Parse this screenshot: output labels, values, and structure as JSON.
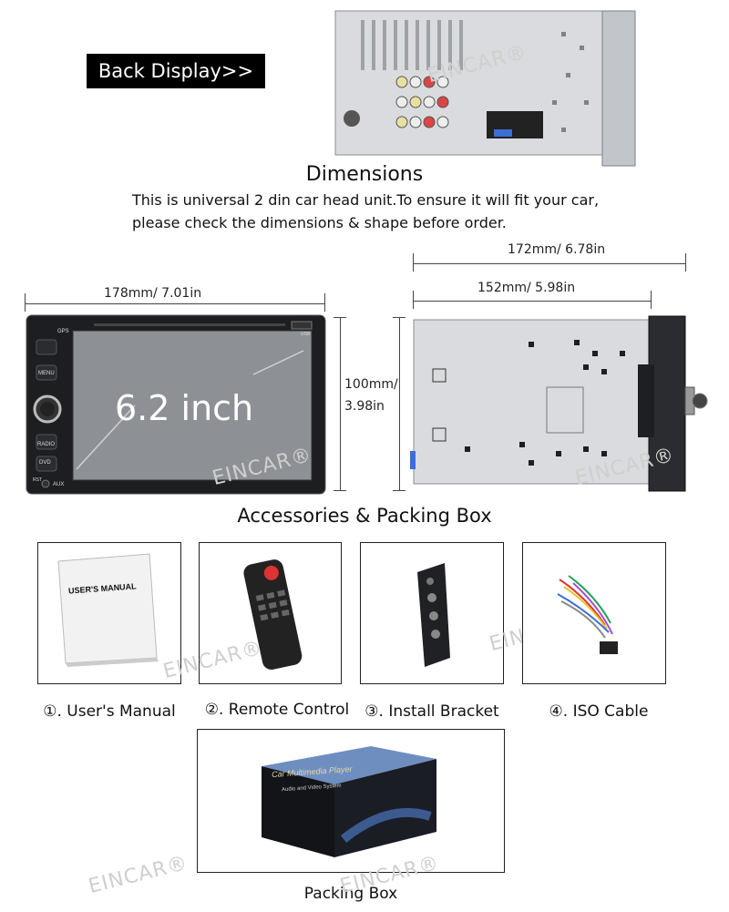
{
  "badge": {
    "label": "Back Display>>"
  },
  "dimensions": {
    "title": "Dimensions",
    "desc_line1": "This is universal 2 din car head unit.To ensure it will fit your car,",
    "desc_line2": "please check the dimensions & shape before order.",
    "front_width": "178mm/ 7.01in",
    "height_line1": "100mm/",
    "height_line2": "3.98in",
    "side_total": "172mm/ 6.78in",
    "side_body": "152mm/ 5.98in"
  },
  "front_unit": {
    "screen_label": "6.2 inch",
    "gps": "GPS",
    "menu": "MENU",
    "radio": "RADIO",
    "dvd": "DVD",
    "aux": "AUX",
    "rst": "RST",
    "usb": "USB"
  },
  "accessories": {
    "title": "Accessories & Packing Box",
    "items": [
      {
        "caption": "①. User's Manual",
        "manual_text": "USER'S MANUAL"
      },
      {
        "caption": "②. Remote Control"
      },
      {
        "caption": "③. Install Bracket"
      },
      {
        "caption": "④. ISO Cable"
      }
    ],
    "packing": {
      "caption": "Packing Box",
      "box_text": "Car Multimedia Player",
      "box_sub": "Audio and Video System"
    }
  },
  "watermark": "EINCAR®",
  "colors": {
    "badge_bg": "#000000",
    "metal": "#cfd2d6",
    "screen": "#8a8f94"
  }
}
